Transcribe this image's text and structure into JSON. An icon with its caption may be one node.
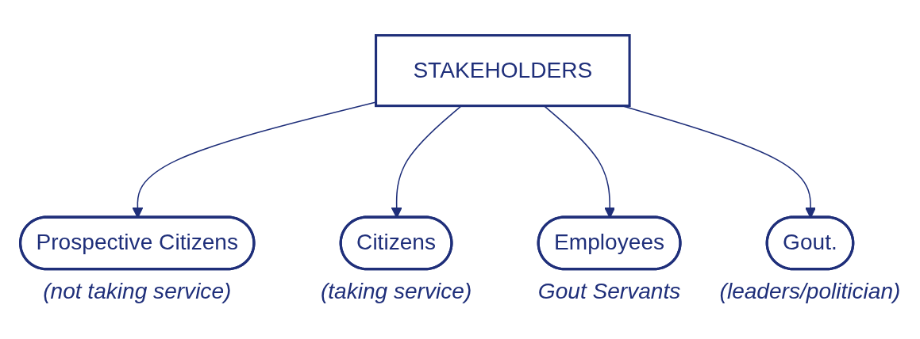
{
  "diagram": {
    "nodes": [
      {
        "text": [
          "STAKEHOLDERS"
        ]
      },
      {
        "text": [
          "Prospective Citizens"
        ],
        "beside": [
          "(not taking service)"
        ]
      },
      {
        "text": [
          "Citizens"
        ],
        "beside": [
          "(taking service)"
        ]
      },
      {
        "text": [
          "Employees"
        ],
        "beside": [
          "Gout Servants"
        ]
      },
      {
        "text": [
          "Gout."
        ],
        "beside": [
          "(leaders/politician)"
        ]
      }
    ],
    "edges": [
      {
        "from": 0,
        "to": 1,
        "arrow": "to"
      },
      {
        "from": 0,
        "to": 2,
        "arrow": "to"
      },
      {
        "from": 0,
        "to": 3,
        "arrow": "to"
      },
      {
        "from": 0,
        "to": 4,
        "arrow": "to"
      }
    ]
  }
}
